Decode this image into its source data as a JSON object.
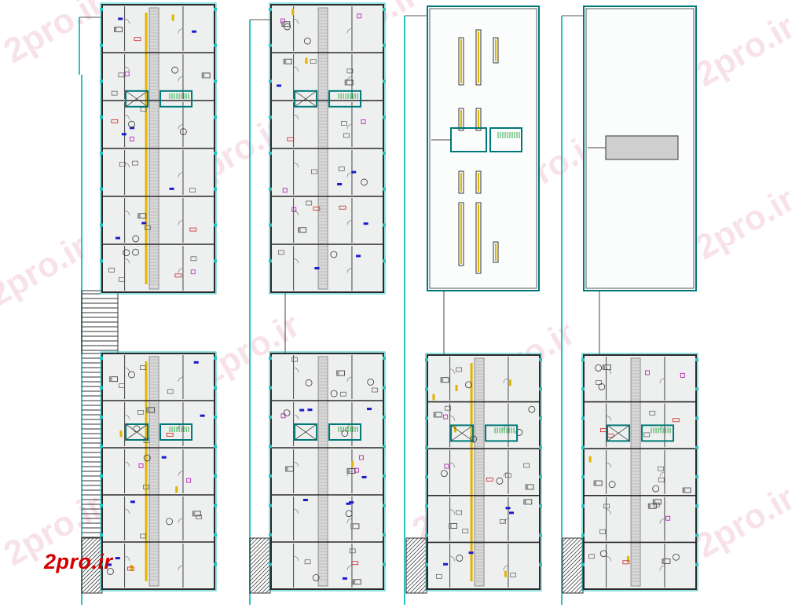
{
  "logo": {
    "text": "2pro.ir",
    "color": "#d40000"
  },
  "watermark": {
    "text": "2pro.ir"
  },
  "colors": {
    "wall": "#2a2a2a",
    "cyan": "#27c4c4",
    "teal": "#00787a",
    "blue": "#1a1acc",
    "magenta": "#c03cc0",
    "yellow": "#e0b400",
    "green": "#2ea84a",
    "red": "#cc2020",
    "floor": "#eef0ef"
  },
  "plans": [
    {
      "id": "typical-floor-a",
      "kind": "furnished"
    },
    {
      "id": "typical-floor-b",
      "kind": "furnished"
    },
    {
      "id": "roof-plan",
      "kind": "roof"
    },
    {
      "id": "stair-roof-plan",
      "kind": "stair-roof"
    },
    {
      "id": "ground-floor-a",
      "kind": "furnished"
    },
    {
      "id": "ground-floor-b",
      "kind": "furnished"
    },
    {
      "id": "ground-floor-c",
      "kind": "furnished"
    },
    {
      "id": "ground-floor-d",
      "kind": "furnished"
    }
  ]
}
